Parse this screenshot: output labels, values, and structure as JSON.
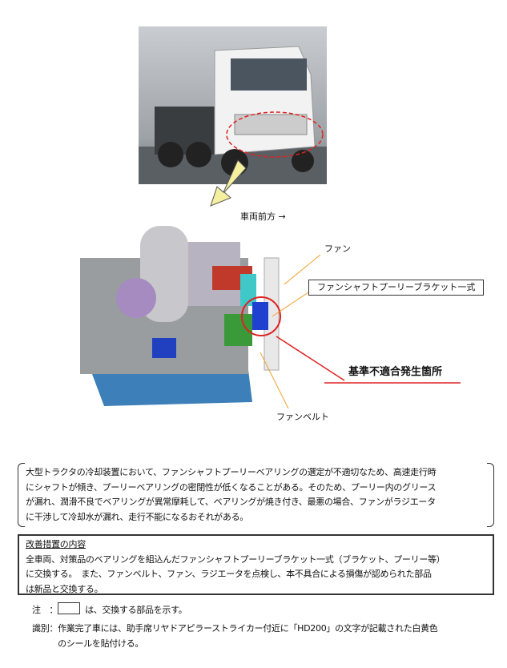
{
  "figure": {
    "direction_label": "車両前方 →",
    "fan_label": "ファン",
    "bracket_label": "ファンシャフトプーリーブラケット一式",
    "defect_label": "基準不適合発生箇所",
    "belt_label": "ファンベルト"
  },
  "description": {
    "lines": [
      "大型トラクタの冷却装置において、ファンシャフトプーリーベアリングの選定が不適切なため、高速走行時",
      "にシャフトが傾き、プーリーベアリングの密閉性が低くなることがある。そのため、プーリー内のグリース",
      "が漏れ、潤滑不良でベアリングが異常摩耗して、ベアリングが焼き付き、最悪の場合、ファンがラジエータ",
      "に干渉して冷却水が漏れ、走行不能になるおそれがある。"
    ]
  },
  "remedy": {
    "title": "改善措置の内容",
    "lines": [
      "全車両、対策品のベアリングを組込んだファンシャフトプーリーブラケット一式（ブラケット、プーリー等）",
      "に交換する。　また、ファンベルト、ファン、ラジエータを点検し、本不具合による損傷が認められた部品",
      "は新品と交換する。"
    ]
  },
  "notes": {
    "note_head": "注　：",
    "note_text": "は、交換する部品を示す。",
    "id_head": "識別：",
    "id_lines": [
      "作業完了車には、助手席リヤドアピラーストライカー付近に「HD200」の文字が記載された白黄色",
      "のシールを貼付ける。"
    ]
  },
  "colors": {
    "accent_red": "#e02020",
    "leader_orange": "#f0a030",
    "arrow_yellow": "#f4f0a0"
  }
}
